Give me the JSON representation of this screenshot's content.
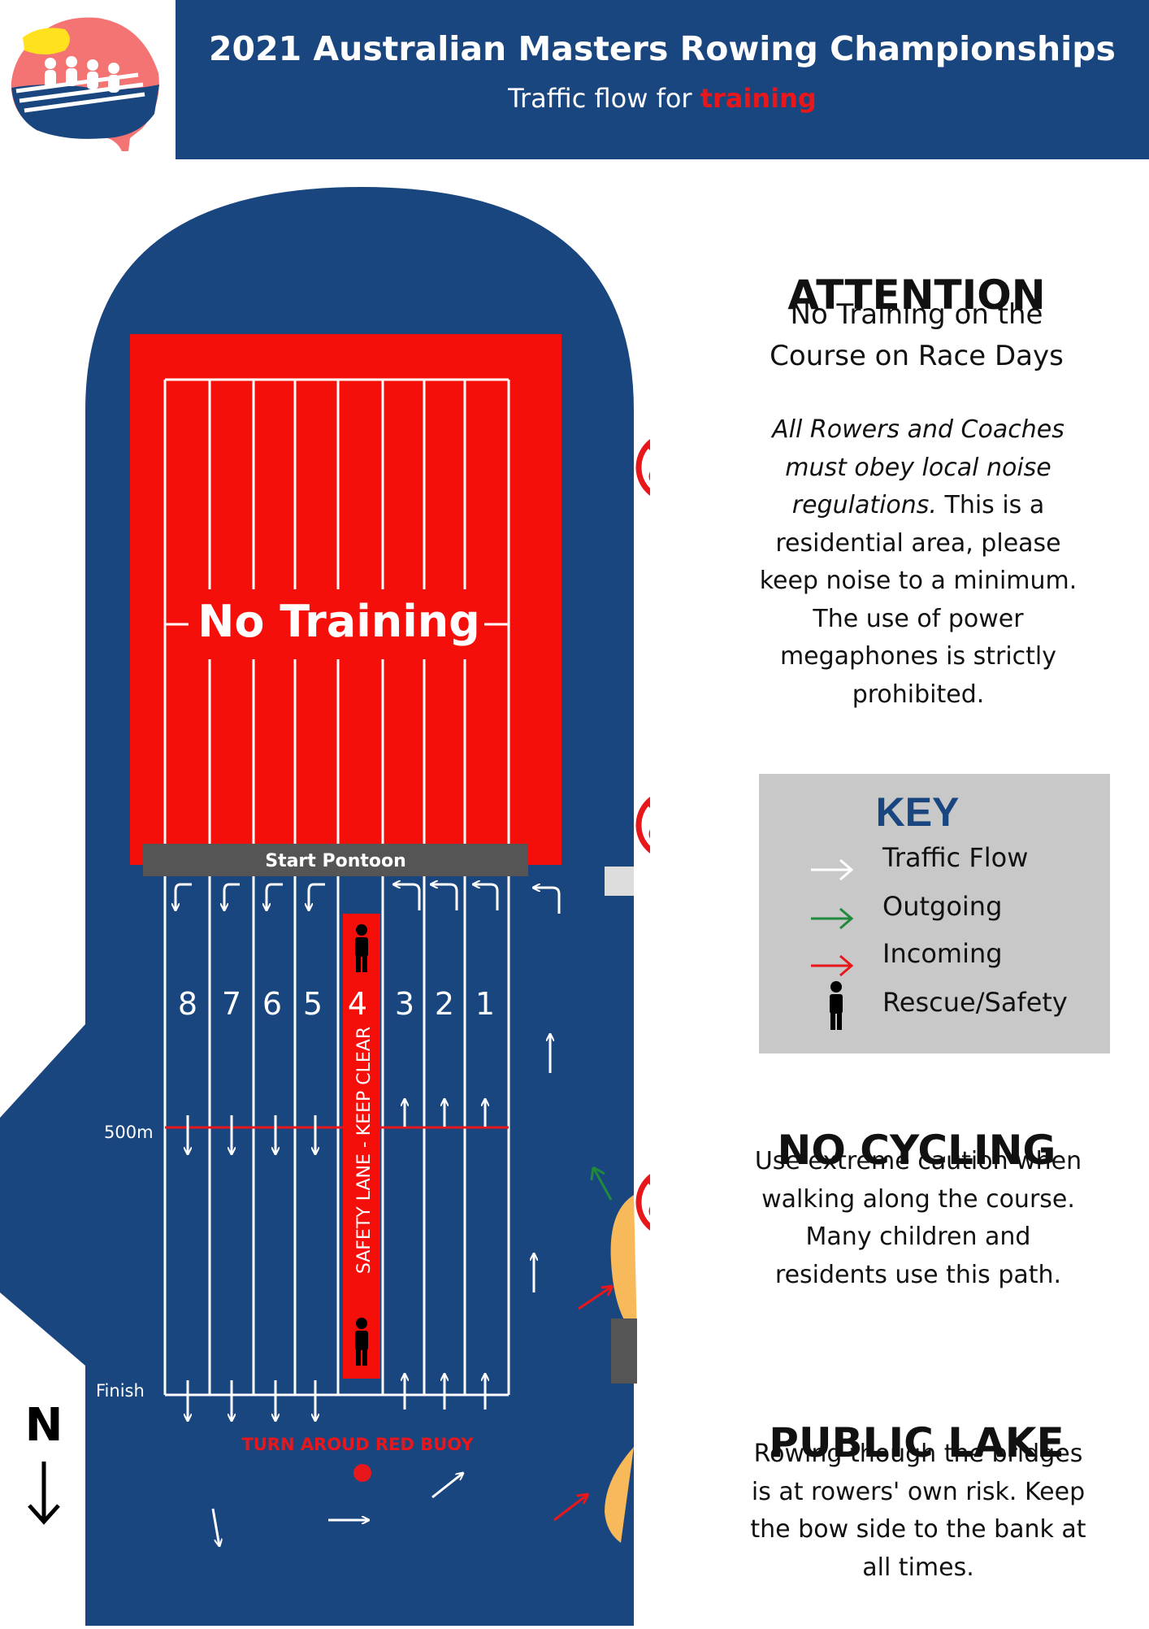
{
  "header": {
    "title": "2021 Australian Masters Rowing Championships",
    "subtitle_prefix": "Traffic flow for ",
    "subtitle_highlight": "training"
  },
  "map": {
    "no_training_label": "No Training",
    "start_pontoon_label": "Start Pontoon",
    "lane_numbers": [
      "8",
      "7",
      "6",
      "5",
      "4",
      "3",
      "2",
      "1"
    ],
    "safety_lane_label": "SAFETY LANE - KEEP CLEAR",
    "marker_500m": "500m",
    "marker_finish": "Finish",
    "turn_label": "TURN AROUD RED BUOY",
    "north_label": "N"
  },
  "attention": {
    "title": "ATTENTION",
    "subtitle_line1": "No Training on the",
    "subtitle_line2": "Course on Race Days",
    "body_italic": "All Rowers and Coaches must obey local noise regulations.",
    "body_rest": " This is a residential area, please keep noise to a minimum. The use of power megaphones is strictly prohibited."
  },
  "key": {
    "title": "KEY",
    "items": [
      {
        "label": "Traffic Flow",
        "color": "#ffffff",
        "icon": "arrow-icon"
      },
      {
        "label": "Outgoing",
        "color": "#1f8a3c",
        "icon": "arrow-icon"
      },
      {
        "label": "Incoming",
        "color": "#e8171b",
        "icon": "arrow-icon"
      },
      {
        "label": "Rescue/Safety",
        "color": "#000000",
        "icon": "person-icon"
      }
    ]
  },
  "no_cycling": {
    "title": "NO CYCLING",
    "body": "Use extreme caution when walking along the course. Many children and residents use this path."
  },
  "public_lake": {
    "title": "PUBLIC LAKE",
    "body": "Rowing though the bridges is at rowers' own risk. Keep the bow side to the bank at all times."
  },
  "colors": {
    "navy": "#1a467f",
    "red": "#f50f0a",
    "green": "#1f8a3c",
    "sand": "#f8b95a",
    "grey_box": "#c8c8c8"
  }
}
